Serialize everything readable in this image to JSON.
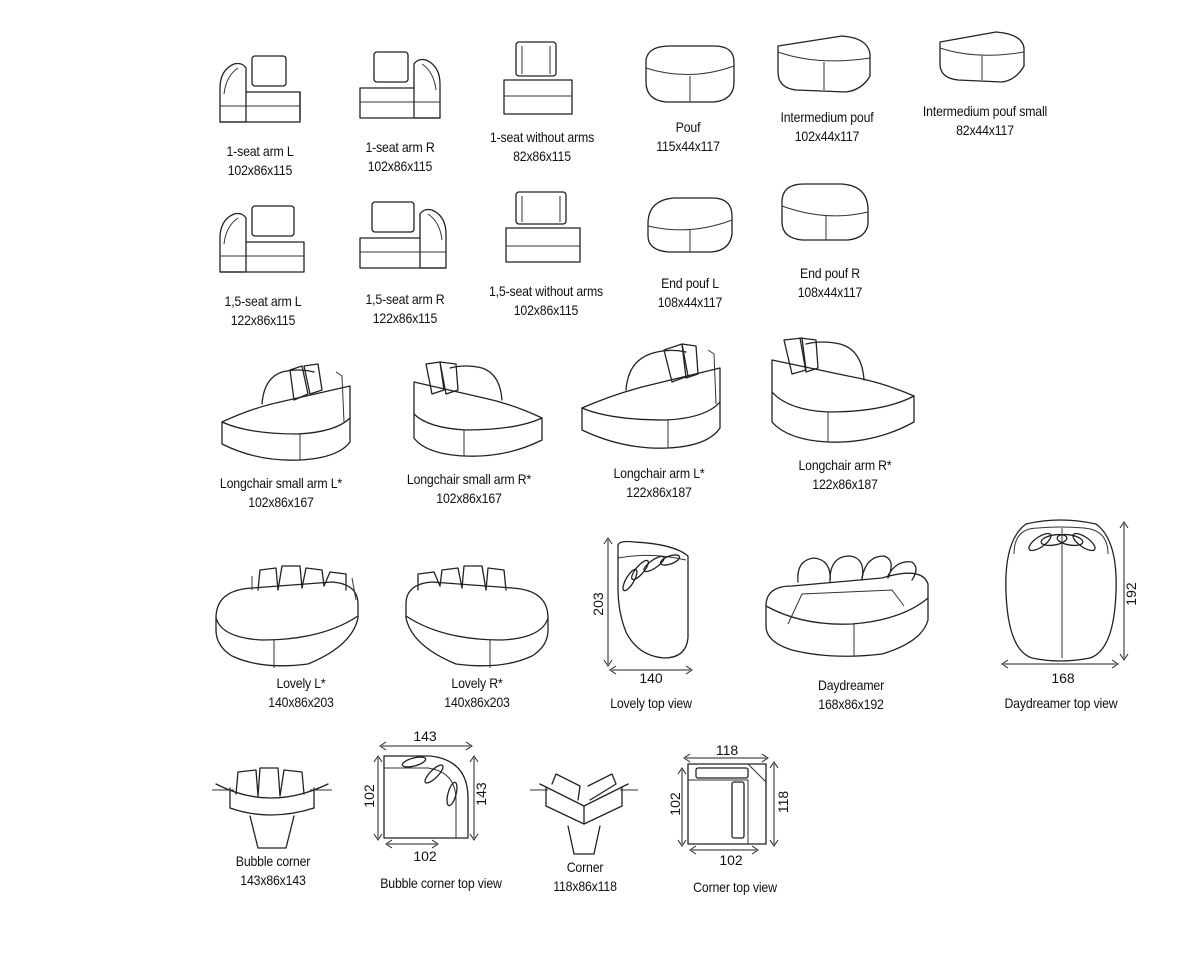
{
  "items": [
    {
      "key": "seat1-arm-l",
      "name": "1-seat arm L",
      "dims": "102x86x115"
    },
    {
      "key": "seat1-arm-r",
      "name": "1-seat arm R",
      "dims": "102x86x115"
    },
    {
      "key": "seat1-no-arms",
      "name": "1-seat without arms",
      "dims": "82x86x115"
    },
    {
      "key": "pouf",
      "name": "Pouf",
      "dims": "115x44x117"
    },
    {
      "key": "intermedium-pouf",
      "name": "Intermedium pouf",
      "dims": "102x44x117"
    },
    {
      "key": "intermedium-pouf-small",
      "name": "Intermedium pouf small",
      "dims": "82x44x117"
    },
    {
      "key": "seat15-arm-l",
      "name": "1,5-seat arm L",
      "dims": "122x86x115"
    },
    {
      "key": "seat15-arm-r",
      "name": "1,5-seat arm R",
      "dims": "122x86x115"
    },
    {
      "key": "seat15-no-arms",
      "name": "1,5-seat without arms",
      "dims": "102x86x115"
    },
    {
      "key": "end-pouf-l",
      "name": "End pouf L",
      "dims": "108x44x117"
    },
    {
      "key": "end-pouf-r",
      "name": "End pouf R",
      "dims": "108x44x117"
    },
    {
      "key": "longchair-small-arm-l",
      "name": "Longchair small arm L*",
      "dims": "102x86x167"
    },
    {
      "key": "longchair-small-arm-r",
      "name": "Longchair small arm R*",
      "dims": "102x86x167"
    },
    {
      "key": "longchair-arm-l",
      "name": "Longchair arm L*",
      "dims": "122x86x187"
    },
    {
      "key": "longchair-arm-r",
      "name": "Longchair arm R*",
      "dims": "122x86x187"
    },
    {
      "key": "lovely-l",
      "name": "Lovely L*",
      "dims": "140x86x203"
    },
    {
      "key": "lovely-r",
      "name": "Lovely R*",
      "dims": "140x86x203"
    },
    {
      "key": "lovely-top",
      "name": "Lovely top view",
      "dims": ""
    },
    {
      "key": "daydreamer",
      "name": "Daydreamer",
      "dims": "168x86x192"
    },
    {
      "key": "daydreamer-top",
      "name": "Daydreamer top view",
      "dims": ""
    },
    {
      "key": "bubble-corner",
      "name": "Bubble corner",
      "dims": "143x86x143"
    },
    {
      "key": "bubble-corner-top",
      "name": "Bubble corner top view",
      "dims": ""
    },
    {
      "key": "corner",
      "name": "Corner",
      "dims": "118x86x118"
    },
    {
      "key": "corner-top",
      "name": "Corner top view",
      "dims": ""
    }
  ],
  "dimension_labels": {
    "lovely_top_depth": "203",
    "lovely_top_width": "140",
    "daydreamer_top_depth": "192",
    "daydreamer_top_width": "168",
    "bubble_top_width": "143",
    "bubble_top_side_left": "102",
    "bubble_top_side_right": "143",
    "bubble_top_bottom": "102",
    "corner_top_width": "118",
    "corner_top_side_left": "102",
    "corner_top_side_right": "118",
    "corner_top_bottom": "102"
  }
}
